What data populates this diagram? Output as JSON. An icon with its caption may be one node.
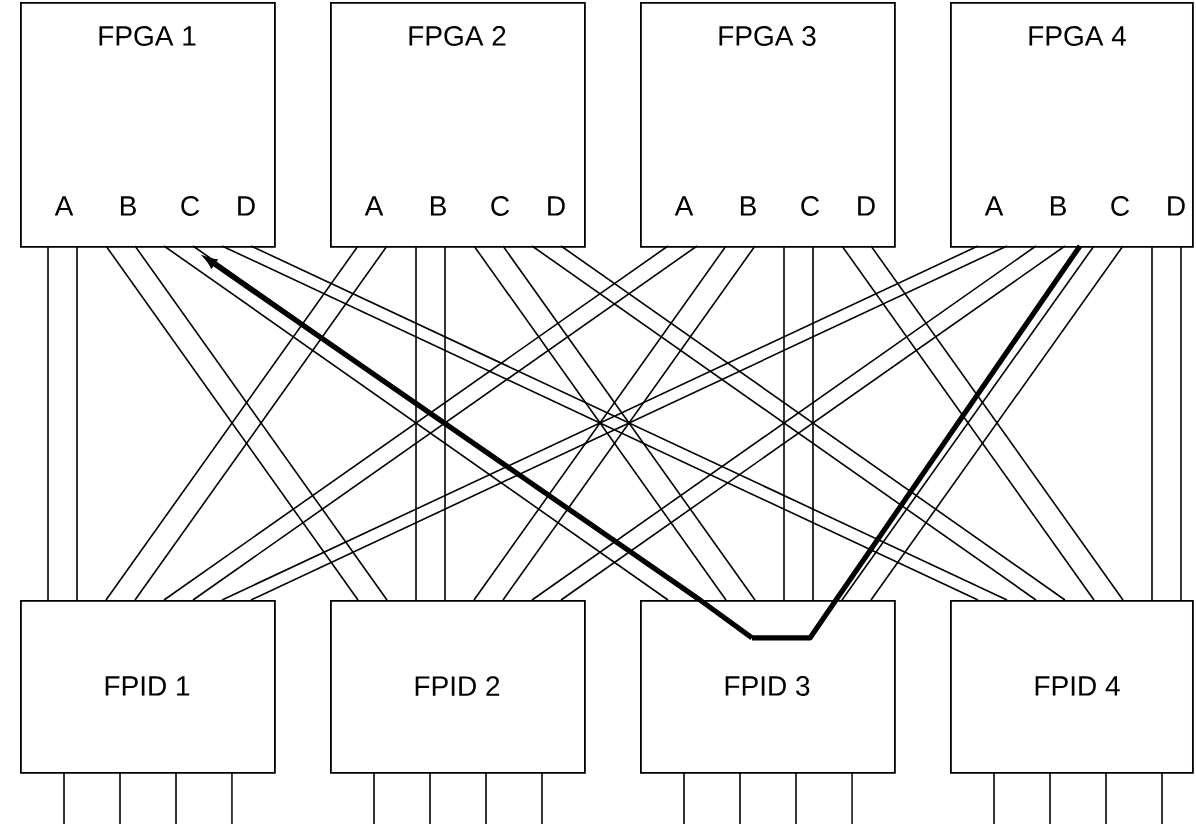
{
  "diagram": {
    "nodes": [
      {
        "text": [
          "FPGA 1",
          "A",
          "B",
          "C",
          "D"
        ]
      },
      {
        "text": [
          "FPGA 2",
          "A",
          "B",
          "C",
          "D"
        ]
      },
      {
        "text": [
          "FPGA 3",
          "A",
          "B",
          "C",
          "D"
        ]
      },
      {
        "text": [
          "FPGA 4",
          "A",
          "B",
          "C",
          "D"
        ]
      },
      {
        "text": [
          "FPID 1"
        ]
      },
      {
        "text": [
          "FPID 2"
        ]
      },
      {
        "text": [
          "FPID 3"
        ]
      },
      {
        "text": [
          "FPID 4"
        ]
      }
    ],
    "edges": [
      {
        "from": 0,
        "to": 4,
        "arrow": "none"
      },
      {
        "from": 0,
        "to": 4,
        "arrow": "none"
      },
      {
        "from": 0,
        "to": 5,
        "arrow": "none"
      },
      {
        "from": 0,
        "to": 5,
        "arrow": "none"
      },
      {
        "from": 0,
        "to": 6,
        "arrow": "none"
      },
      {
        "from": 0,
        "to": 6,
        "arrow": "none"
      },
      {
        "from": 0,
        "to": 7,
        "arrow": "none"
      },
      {
        "from": 0,
        "to": 7,
        "arrow": "none"
      },
      {
        "from": 1,
        "to": 4,
        "arrow": "none"
      },
      {
        "from": 1,
        "to": 4,
        "arrow": "none"
      },
      {
        "from": 1,
        "to": 5,
        "arrow": "none"
      },
      {
        "from": 1,
        "to": 5,
        "arrow": "none"
      },
      {
        "from": 1,
        "to": 6,
        "arrow": "none"
      },
      {
        "from": 1,
        "to": 6,
        "arrow": "none"
      },
      {
        "from": 1,
        "to": 7,
        "arrow": "none"
      },
      {
        "from": 1,
        "to": 7,
        "arrow": "none"
      },
      {
        "from": 2,
        "to": 4,
        "arrow": "none"
      },
      {
        "from": 2,
        "to": 4,
        "arrow": "none"
      },
      {
        "from": 2,
        "to": 5,
        "arrow": "none"
      },
      {
        "from": 2,
        "to": 5,
        "arrow": "none"
      },
      {
        "from": 2,
        "to": 6,
        "arrow": "none"
      },
      {
        "from": 2,
        "to": 6,
        "arrow": "none"
      },
      {
        "from": 2,
        "to": 7,
        "arrow": "none"
      },
      {
        "from": 2,
        "to": 7,
        "arrow": "none"
      },
      {
        "from": 3,
        "to": 4,
        "arrow": "none"
      },
      {
        "from": 3,
        "to": 4,
        "arrow": "none"
      },
      {
        "from": 3,
        "to": 5,
        "arrow": "none"
      },
      {
        "from": 3,
        "to": 5,
        "arrow": "none"
      },
      {
        "from": 3,
        "to": 6,
        "arrow": "none"
      },
      {
        "from": 3,
        "to": 6,
        "arrow": "none"
      },
      {
        "from": 3,
        "to": 7,
        "arrow": "none"
      },
      {
        "from": 3,
        "to": 7,
        "arrow": "none"
      },
      {
        "from": 3,
        "to": 6,
        "arrow": "none",
        "style": "thick"
      },
      {
        "from": 6,
        "to": 0,
        "arrow": "to",
        "style": "thick"
      },
      {
        "from": 4,
        "to": null,
        "arrow": "none"
      },
      {
        "from": 4,
        "to": null,
        "arrow": "none"
      },
      {
        "from": 4,
        "to": null,
        "arrow": "none"
      },
      {
        "from": 4,
        "to": null,
        "arrow": "none"
      },
      {
        "from": 5,
        "to": null,
        "arrow": "none"
      },
      {
        "from": 5,
        "to": null,
        "arrow": "none"
      },
      {
        "from": 5,
        "to": null,
        "arrow": "none"
      },
      {
        "from": 5,
        "to": null,
        "arrow": "none"
      },
      {
        "from": 6,
        "to": null,
        "arrow": "none"
      },
      {
        "from": 6,
        "to": null,
        "arrow": "none"
      },
      {
        "from": 6,
        "to": null,
        "arrow": "none"
      },
      {
        "from": 6,
        "to": null,
        "arrow": "none"
      },
      {
        "from": 7,
        "to": null,
        "arrow": "none"
      },
      {
        "from": 7,
        "to": null,
        "arrow": "none"
      },
      {
        "from": 7,
        "to": null,
        "arrow": "none"
      },
      {
        "from": 7,
        "to": null,
        "arrow": "none"
      }
    ]
  }
}
